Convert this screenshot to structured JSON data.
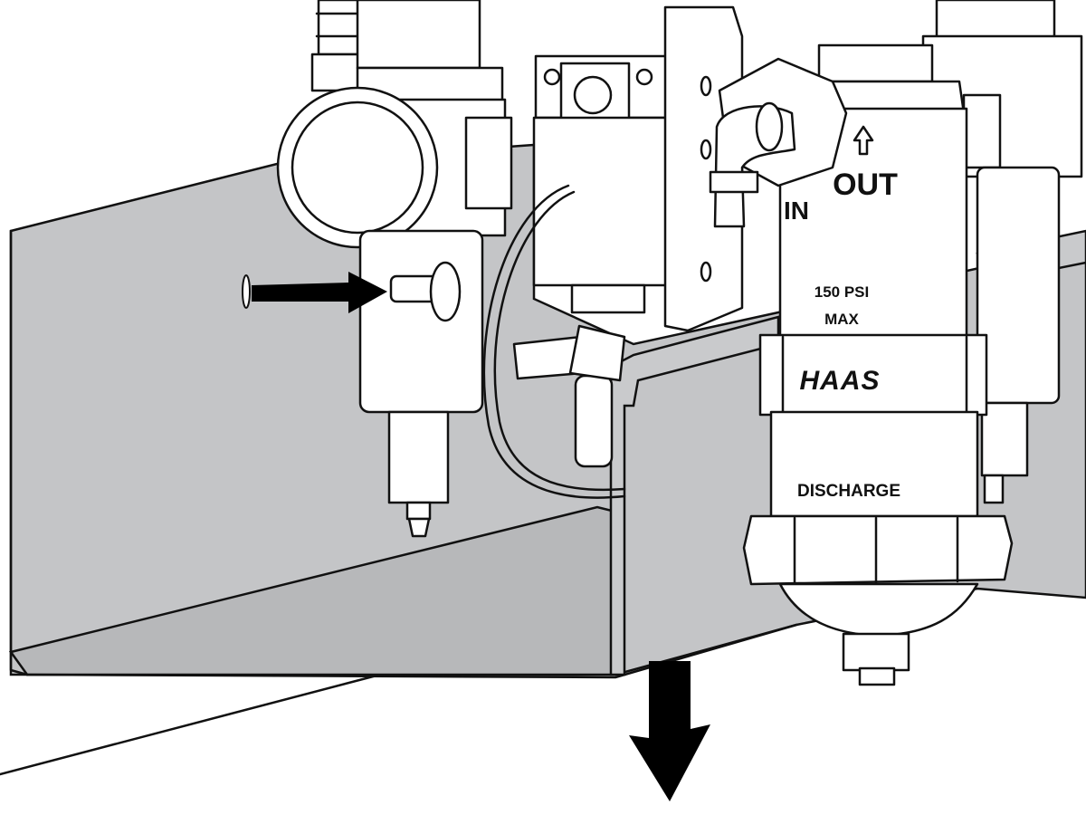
{
  "labels": {
    "port_out": "OUT",
    "port_in": "IN",
    "pressure": "150 PSI",
    "pressure_max": "MAX",
    "brand": "HAAS",
    "discharge": "DISCHARGE"
  },
  "colors": {
    "tray_fill": "#c4c5c7",
    "tray_fill_dark": "#b3b4b6",
    "line": "#111111",
    "arrow": "#000000",
    "part": "#ffffff"
  }
}
